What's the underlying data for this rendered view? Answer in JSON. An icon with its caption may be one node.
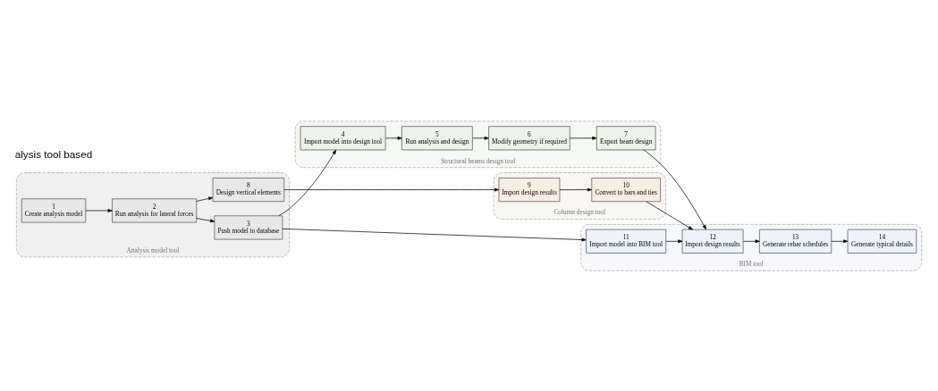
{
  "diagram": {
    "nodes": [
      {
        "text": [
          "Analysis model tool"
        ]
      },
      {
        "text": [
          "1",
          "Create analysis model"
        ],
        "in": 0
      },
      {
        "text": [
          "2",
          "Run analysis for lateral forces"
        ],
        "in": 0
      },
      {
        "text": [
          "8",
          "Design vertical elements"
        ],
        "in": 0
      },
      {
        "text": [
          "3",
          "Push model to database"
        ],
        "in": 0
      },
      {
        "text": [
          "Column design tool"
        ]
      },
      {
        "text": [
          "9",
          "Import design results"
        ],
        "in": 5
      },
      {
        "text": [
          "10",
          "Convert to bars and ties"
        ],
        "in": 5
      },
      {
        "text": [
          "BIM tool"
        ]
      },
      {
        "text": [
          "11",
          "Import model into BIM tool"
        ],
        "in": 8
      },
      {
        "text": [
          "12",
          "Import design results"
        ],
        "in": 8
      },
      {
        "text": [
          "13",
          "Generate rebar schedules"
        ],
        "in": 8
      },
      {
        "text": [
          "14",
          "Generate typical details"
        ],
        "in": 8
      },
      {
        "text": [
          "Structural beams design tool"
        ]
      },
      {
        "text": [
          "4",
          "Import model into design tool"
        ],
        "in": 13
      },
      {
        "text": [
          "5",
          "Run analysis and design"
        ],
        "in": 13
      },
      {
        "text": [
          "6",
          "Modify geometry if required"
        ],
        "in": 13
      },
      {
        "text": [
          "7",
          "Export beam design"
        ],
        "in": 13
      }
    ],
    "edges": [
      {
        "from": 1,
        "to": 2,
        "arrow": "to"
      },
      {
        "from": 2,
        "to": 3,
        "arrow": "to"
      },
      {
        "from": 2,
        "to": 4,
        "arrow": "to"
      },
      {
        "from": 3,
        "to": 6,
        "arrow": "to"
      },
      {
        "from": 6,
        "to": 7,
        "arrow": "to"
      },
      {
        "from": 7,
        "to": 10,
        "arrow": "to"
      },
      {
        "from": 4,
        "to": 9,
        "arrow": "to"
      },
      {
        "from": 9,
        "to": 10,
        "arrow": "to"
      },
      {
        "from": 4,
        "to": 14,
        "arrow": "to"
      },
      {
        "from": 14,
        "to": 15,
        "arrow": "to"
      },
      {
        "from": 15,
        "to": 16,
        "arrow": "to"
      },
      {
        "from": 16,
        "to": 17,
        "arrow": "to"
      },
      {
        "from": 17,
        "to": 10,
        "arrow": "to"
      },
      {
        "from": 10,
        "to": 11,
        "arrow": "to"
      },
      {
        "from": 11,
        "to": 12,
        "arrow": "to"
      }
    ],
    "labels": [
      "alysis tool based"
    ]
  }
}
